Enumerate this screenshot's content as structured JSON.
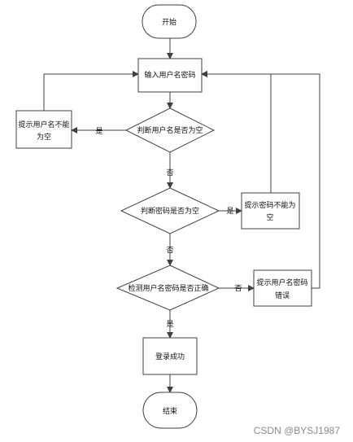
{
  "diagram": {
    "start": "开始",
    "input": "输入用户名密码",
    "check_username": "判断用户名是否为空",
    "username_empty_line1": "提示用户名不能",
    "username_empty_line2": "为空",
    "check_password": "判断密码是否为空",
    "password_empty_line1": "提示密码不能为",
    "password_empty_line2": "空",
    "check_credentials": "检测用户名密码是否正确",
    "credentials_wrong_line1": "提示用户名密码",
    "credentials_wrong_line2": "错误",
    "login_success": "登录成功",
    "end": "结束",
    "edge_yes_1": "是",
    "edge_no_1": "否",
    "edge_yes_2": "是",
    "edge_no_2": "否",
    "edge_no_3": "否",
    "edge_yes_3": "是"
  },
  "watermark": "CSDN @BYSJ1987"
}
